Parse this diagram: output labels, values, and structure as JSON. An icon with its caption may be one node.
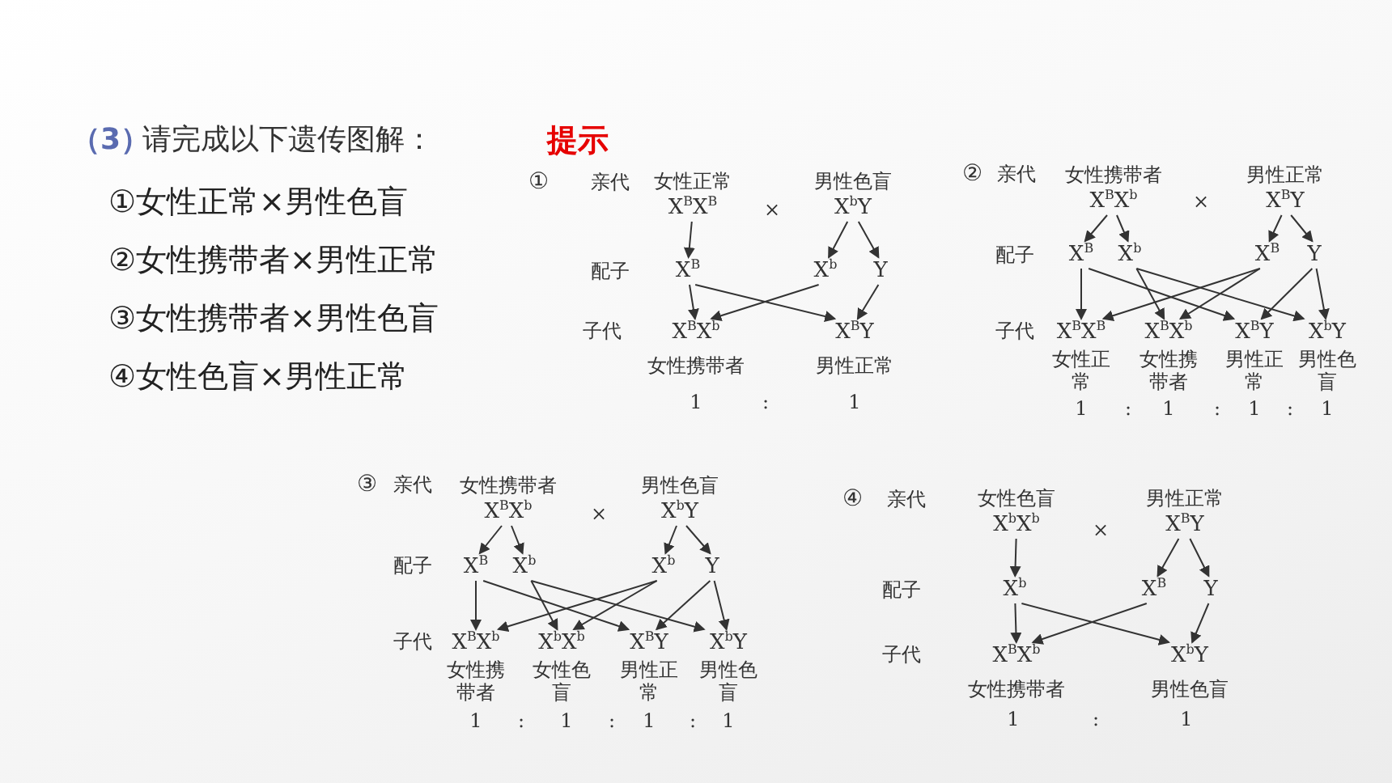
{
  "diagram": {
    "nodes": [
      {
        "text": [
          "女性正常",
          "X$^{B}$X$^{B}$"
        ]
      },
      {
        "text": [
          "男性色盲",
          "X$^{b}$Y"
        ]
      },
      {
        "text": [
          "X$^{B}$"
        ]
      },
      {
        "text": [
          "X$^{b}$"
        ]
      },
      {
        "text": [
          "Y"
        ]
      },
      {
        "text": [
          "X$^{B}$X$^{b}$",
          "女性携带者"
        ]
      },
      {
        "text": [
          "X$^{B}$Y",
          "男性正常"
        ]
      },
      {
        "text": [
          "女性携带者",
          "X$^{B}$X$^{b}$"
        ]
      },
      {
        "text": [
          "男性正常",
          "X$^{B}$Y"
        ]
      },
      {
        "text": [
          "X$^{B}$"
        ]
      },
      {
        "text": [
          "X$^{b}$"
        ]
      },
      {
        "text": [
          "X$^{B}$"
        ]
      },
      {
        "text": [
          "Y"
        ]
      },
      {
        "text": [
          "X$^{B}$X$^{B}$",
          "女性正常"
        ]
      },
      {
        "text": [
          "X$^{B}$X$^{b}$",
          "女性携带者"
        ]
      },
      {
        "text": [
          "X$^{B}$Y",
          "男性正常"
        ]
      },
      {
        "text": [
          "X$^{b}$Y",
          "男性色盲"
        ]
      },
      {
        "text": [
          "女性携带者",
          "X$^{B}$X$^{b}$"
        ]
      },
      {
        "text": [
          "男性色盲",
          "X$^{b}$Y"
        ]
      },
      {
        "text": [
          "X$^{B}$"
        ]
      },
      {
        "text": [
          "X$^{b}$"
        ]
      },
      {
        "text": [
          "X$^{b}$"
        ]
      },
      {
        "text": [
          "Y"
        ]
      },
      {
        "text": [
          "X$^{B}$X$^{b}$",
          "女性携带者"
        ]
      },
      {
        "text": [
          "X$^{b}$X$^{b}$",
          "女性色盲"
        ]
      },
      {
        "text": [
          "X$^{B}$Y",
          "男性正常"
        ]
      },
      {
        "text": [
          "X$^{b}$Y",
          "男性色盲"
        ]
      },
      {
        "text": [
          "女性色盲",
          "X$^{b}$X$^{b}$"
        ]
      },
      {
        "text": [
          "男性正常",
          "X$^{B}$Y"
        ]
      },
      {
        "text": [
          "X$^{b}$"
        ]
      },
      {
        "text": [
          "X$^{B}$"
        ]
      },
      {
        "text": [
          "Y"
        ]
      },
      {
        "text": [
          "X$^{B}$X$^{b}$",
          "女性携带者"
        ]
      },
      {
        "text": [
          "X$^{b}$Y",
          "男性色盲"
        ]
      }
    ],
    "edges": [
      {
        "from": 0,
        "to": 2,
        "arrow": "to"
      },
      {
        "from": 1,
        "to": 3,
        "arrow": "to"
      },
      {
        "from": 1,
        "to": 4,
        "arrow": "to"
      },
      {
        "from": 2,
        "to": 5,
        "arrow": "to"
      },
      {
        "from": 3,
        "to": 5,
        "arrow": "to"
      },
      {
        "from": 2,
        "to": 6,
        "arrow": "to"
      },
      {
        "from": 4,
        "to": 6,
        "arrow": "to"
      },
      {
        "from": 7,
        "to": 9,
        "arrow": "to"
      },
      {
        "from": 7,
        "to": 10,
        "arrow": "to"
      },
      {
        "from": 8,
        "to": 11,
        "arrow": "to"
      },
      {
        "from": 8,
        "to": 12,
        "arrow": "to"
      },
      {
        "from": 9,
        "to": 13,
        "arrow": "to"
      },
      {
        "from": 11,
        "to": 13,
        "arrow": "to"
      },
      {
        "from": 10,
        "to": 14,
        "arrow": "to"
      },
      {
        "from": 11,
        "to": 14,
        "arrow": "to"
      },
      {
        "from": 9,
        "to": 15,
        "arrow": "to"
      },
      {
        "from": 12,
        "to": 15,
        "arrow": "to"
      },
      {
        "from": 10,
        "to": 16,
        "arrow": "to"
      },
      {
        "from": 12,
        "to": 16,
        "arrow": "to"
      },
      {
        "from": 17,
        "to": 19,
        "arrow": "to"
      },
      {
        "from": 17,
        "to": 20,
        "arrow": "to"
      },
      {
        "from": 18,
        "to": 21,
        "arrow": "to"
      },
      {
        "from": 18,
        "to": 22,
        "arrow": "to"
      },
      {
        "from": 19,
        "to": 23,
        "arrow": "to"
      },
      {
        "from": 21,
        "to": 23,
        "arrow": "to"
      },
      {
        "from": 20,
        "to": 24,
        "arrow": "to"
      },
      {
        "from": 21,
        "to": 24,
        "arrow": "to"
      },
      {
        "from": 19,
        "to": 25,
        "arrow": "to"
      },
      {
        "from": 22,
        "to": 25,
        "arrow": "to"
      },
      {
        "from": 20,
        "to": 26,
        "arrow": "to"
      },
      {
        "from": 22,
        "to": 26,
        "arrow": "to"
      },
      {
        "from": 27,
        "to": 29,
        "arrow": "to"
      },
      {
        "from": 28,
        "to": 30,
        "arrow": "to"
      },
      {
        "from": 28,
        "to": 31,
        "arrow": "to"
      },
      {
        "from": 29,
        "to": 32,
        "arrow": "to"
      },
      {
        "from": 30,
        "to": 32,
        "arrow": "to"
      },
      {
        "from": 29,
        "to": 33,
        "arrow": "to"
      },
      {
        "from": 31,
        "to": 33,
        "arrow": "to"
      }
    ],
    "labels": [
      "（3）",
      "请完成以下遗传图解：",
      "提示",
      "①女性正常×男性色盲",
      "②女性携带者×男性正常",
      "③女性携带者×男性色盲",
      "④女性色盲×男性正常",
      "①",
      "亲代",
      "×",
      "配子",
      "子代",
      "1",
      ":",
      "1",
      "②",
      "亲代",
      "×",
      "配子",
      "子代",
      "1",
      ":",
      "1",
      ":",
      "1",
      ":",
      "1",
      "③",
      "亲代",
      "×",
      "配子",
      "子代",
      "1",
      ":",
      "1",
      ":",
      "1",
      ":",
      "1",
      "④",
      "亲代",
      "×",
      "配子",
      "子代",
      "1",
      ":",
      "1"
    ]
  }
}
